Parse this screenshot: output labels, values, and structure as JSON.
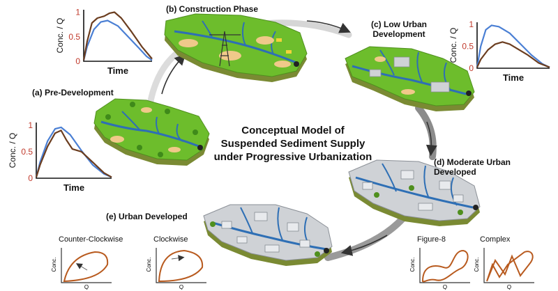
{
  "title": [
    "Conceptual Model of",
    "Suspended Sediment Supply",
    "under Progressive Urbanization"
  ],
  "stages": {
    "a": "(a) Pre-Development",
    "b": "(b) Construction Phase",
    "c": [
      "(c) Low Urban",
      "Development"
    ],
    "d": [
      "(d) Moderate Urban",
      "Developed"
    ],
    "e": "(e) Urban Developed"
  },
  "chart_data": [
    {
      "type": "line",
      "xlabel": "Time",
      "ylabel": "Conc. / Q",
      "yticks": [
        "0",
        "0.5",
        "1"
      ],
      "ylim": [
        0,
        1.05
      ],
      "series": [
        {
          "color": "#4a7fd4",
          "x": [
            0,
            0.05,
            0.15,
            0.25,
            0.33,
            0.45,
            0.6,
            0.75,
            0.9,
            1.0
          ],
          "y": [
            0.02,
            0.3,
            0.7,
            0.93,
            0.96,
            0.82,
            0.52,
            0.25,
            0.08,
            0.02
          ]
        },
        {
          "color": "#6b3d1f",
          "x": [
            0,
            0.05,
            0.15,
            0.25,
            0.33,
            0.4,
            0.48,
            0.6,
            0.75,
            0.9,
            1.0
          ],
          "y": [
            0.02,
            0.25,
            0.6,
            0.85,
            0.9,
            0.72,
            0.55,
            0.5,
            0.3,
            0.1,
            0.02
          ]
        }
      ]
    },
    {
      "type": "line",
      "xlabel": "Time",
      "ylabel": "Conc. / Q",
      "yticks": [
        "0",
        "0.5",
        "1"
      ],
      "ylim": [
        0,
        1.05
      ],
      "series": [
        {
          "color": "#4a7fd4",
          "x": [
            0,
            0.05,
            0.15,
            0.25,
            0.35,
            0.5,
            0.65,
            0.8,
            0.92,
            1.0
          ],
          "y": [
            0.02,
            0.3,
            0.65,
            0.8,
            0.83,
            0.72,
            0.5,
            0.28,
            0.1,
            0.02
          ]
        },
        {
          "color": "#6b3d1f",
          "x": [
            0,
            0.05,
            0.12,
            0.2,
            0.3,
            0.38,
            0.45,
            0.55,
            0.7,
            0.85,
            1.0
          ],
          "y": [
            0.02,
            0.4,
            0.78,
            0.88,
            0.92,
            0.98,
            1.0,
            0.88,
            0.6,
            0.3,
            0.05
          ]
        }
      ]
    },
    {
      "type": "line",
      "xlabel": "Time",
      "ylabel": "Conc. / Q",
      "yticks": [
        "0",
        "0.5",
        "1"
      ],
      "ylim": [
        0,
        1.05
      ],
      "series": [
        {
          "color": "#4a7fd4",
          "x": [
            0,
            0.05,
            0.12,
            0.2,
            0.3,
            0.45,
            0.6,
            0.75,
            0.9,
            1.0
          ],
          "y": [
            0.02,
            0.5,
            0.88,
            0.98,
            0.95,
            0.8,
            0.55,
            0.3,
            0.1,
            0.02
          ]
        },
        {
          "color": "#6b3d1f",
          "x": [
            0,
            0.05,
            0.15,
            0.25,
            0.35,
            0.45,
            0.55,
            0.7,
            0.85,
            1.0
          ],
          "y": [
            0.02,
            0.2,
            0.42,
            0.55,
            0.6,
            0.55,
            0.45,
            0.3,
            0.12,
            0.02
          ]
        }
      ]
    }
  ],
  "hysteresis": [
    {
      "label": "Counter-Clockwise",
      "xlabel": "Q",
      "ylabel": "Conc."
    },
    {
      "label": "Clockwise",
      "xlabel": "Q",
      "ylabel": "Conc."
    },
    {
      "label": "Figure-8",
      "xlabel": "Q",
      "ylabel": "Conc."
    },
    {
      "label": "Complex",
      "xlabel": "Q",
      "ylabel": "Conc."
    }
  ],
  "colors": {
    "grass": "#6dbd2c",
    "grass_dark": "#4f8f1e",
    "soil": "#7a8a33",
    "river": "#2e6fb5",
    "sand": "#f0c98a",
    "urban": "#cfd2d6",
    "hysteresis": "#b85a1e",
    "arrow": "#333333"
  }
}
